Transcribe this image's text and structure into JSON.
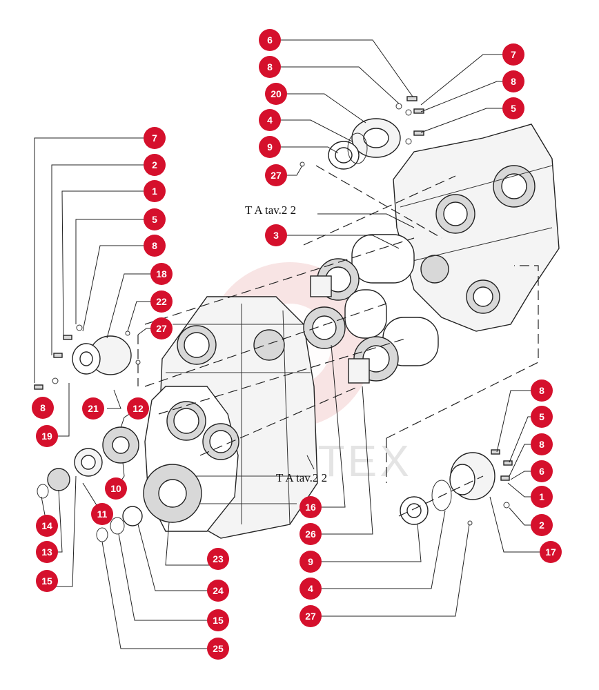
{
  "callouts": [
    {
      "id": "c-6-top",
      "label": "6"
    },
    {
      "id": "c-8-top",
      "label": "8"
    },
    {
      "id": "c-20",
      "label": "20"
    },
    {
      "id": "c-4-top",
      "label": "4"
    },
    {
      "id": "c-9-top",
      "label": "9"
    },
    {
      "id": "c-27-top",
      "label": "27"
    },
    {
      "id": "c-7-topright",
      "label": "7"
    },
    {
      "id": "c-8-topright",
      "label": "8"
    },
    {
      "id": "c-5-topright",
      "label": "5"
    },
    {
      "id": "c-3",
      "label": "3"
    },
    {
      "id": "c-7-left",
      "label": "7"
    },
    {
      "id": "c-2-left",
      "label": "2"
    },
    {
      "id": "c-1-left",
      "label": "1"
    },
    {
      "id": "c-5-left",
      "label": "5"
    },
    {
      "id": "c-8-left",
      "label": "8"
    },
    {
      "id": "c-18",
      "label": "18"
    },
    {
      "id": "c-22",
      "label": "22"
    },
    {
      "id": "c-27-left",
      "label": "27"
    },
    {
      "id": "c-8-low",
      "label": "8"
    },
    {
      "id": "c-21",
      "label": "21"
    },
    {
      "id": "c-19",
      "label": "19"
    },
    {
      "id": "c-12",
      "label": "12"
    },
    {
      "id": "c-10",
      "label": "10"
    },
    {
      "id": "c-11",
      "label": "11"
    },
    {
      "id": "c-14",
      "label": "14"
    },
    {
      "id": "c-13",
      "label": "13"
    },
    {
      "id": "c-15-left",
      "label": "15"
    },
    {
      "id": "c-23",
      "label": "23"
    },
    {
      "id": "c-24",
      "label": "24"
    },
    {
      "id": "c-15-bottom",
      "label": "15"
    },
    {
      "id": "c-25",
      "label": "25"
    },
    {
      "id": "c-16",
      "label": "16"
    },
    {
      "id": "c-26",
      "label": "26"
    },
    {
      "id": "c-9-bottom",
      "label": "9"
    },
    {
      "id": "c-4-bottom",
      "label": "4"
    },
    {
      "id": "c-27-bottom",
      "label": "27"
    },
    {
      "id": "c-8-right",
      "label": "8"
    },
    {
      "id": "c-5-right",
      "label": "5"
    },
    {
      "id": "c-8-right2",
      "label": "8"
    },
    {
      "id": "c-6-right",
      "label": "6"
    },
    {
      "id": "c-1-right",
      "label": "1"
    },
    {
      "id": "c-2-right",
      "label": "2"
    },
    {
      "id": "c-17",
      "label": "17"
    }
  ],
  "references": [
    {
      "id": "ref-top",
      "text": "T A tav.2  2"
    },
    {
      "id": "ref-bottom",
      "text": "T A tav.2  2"
    }
  ],
  "watermark": {
    "text": "CHTEX",
    "color": "#e8a9a9"
  },
  "colors": {
    "callout": "#d5102c",
    "line": "#222222"
  }
}
